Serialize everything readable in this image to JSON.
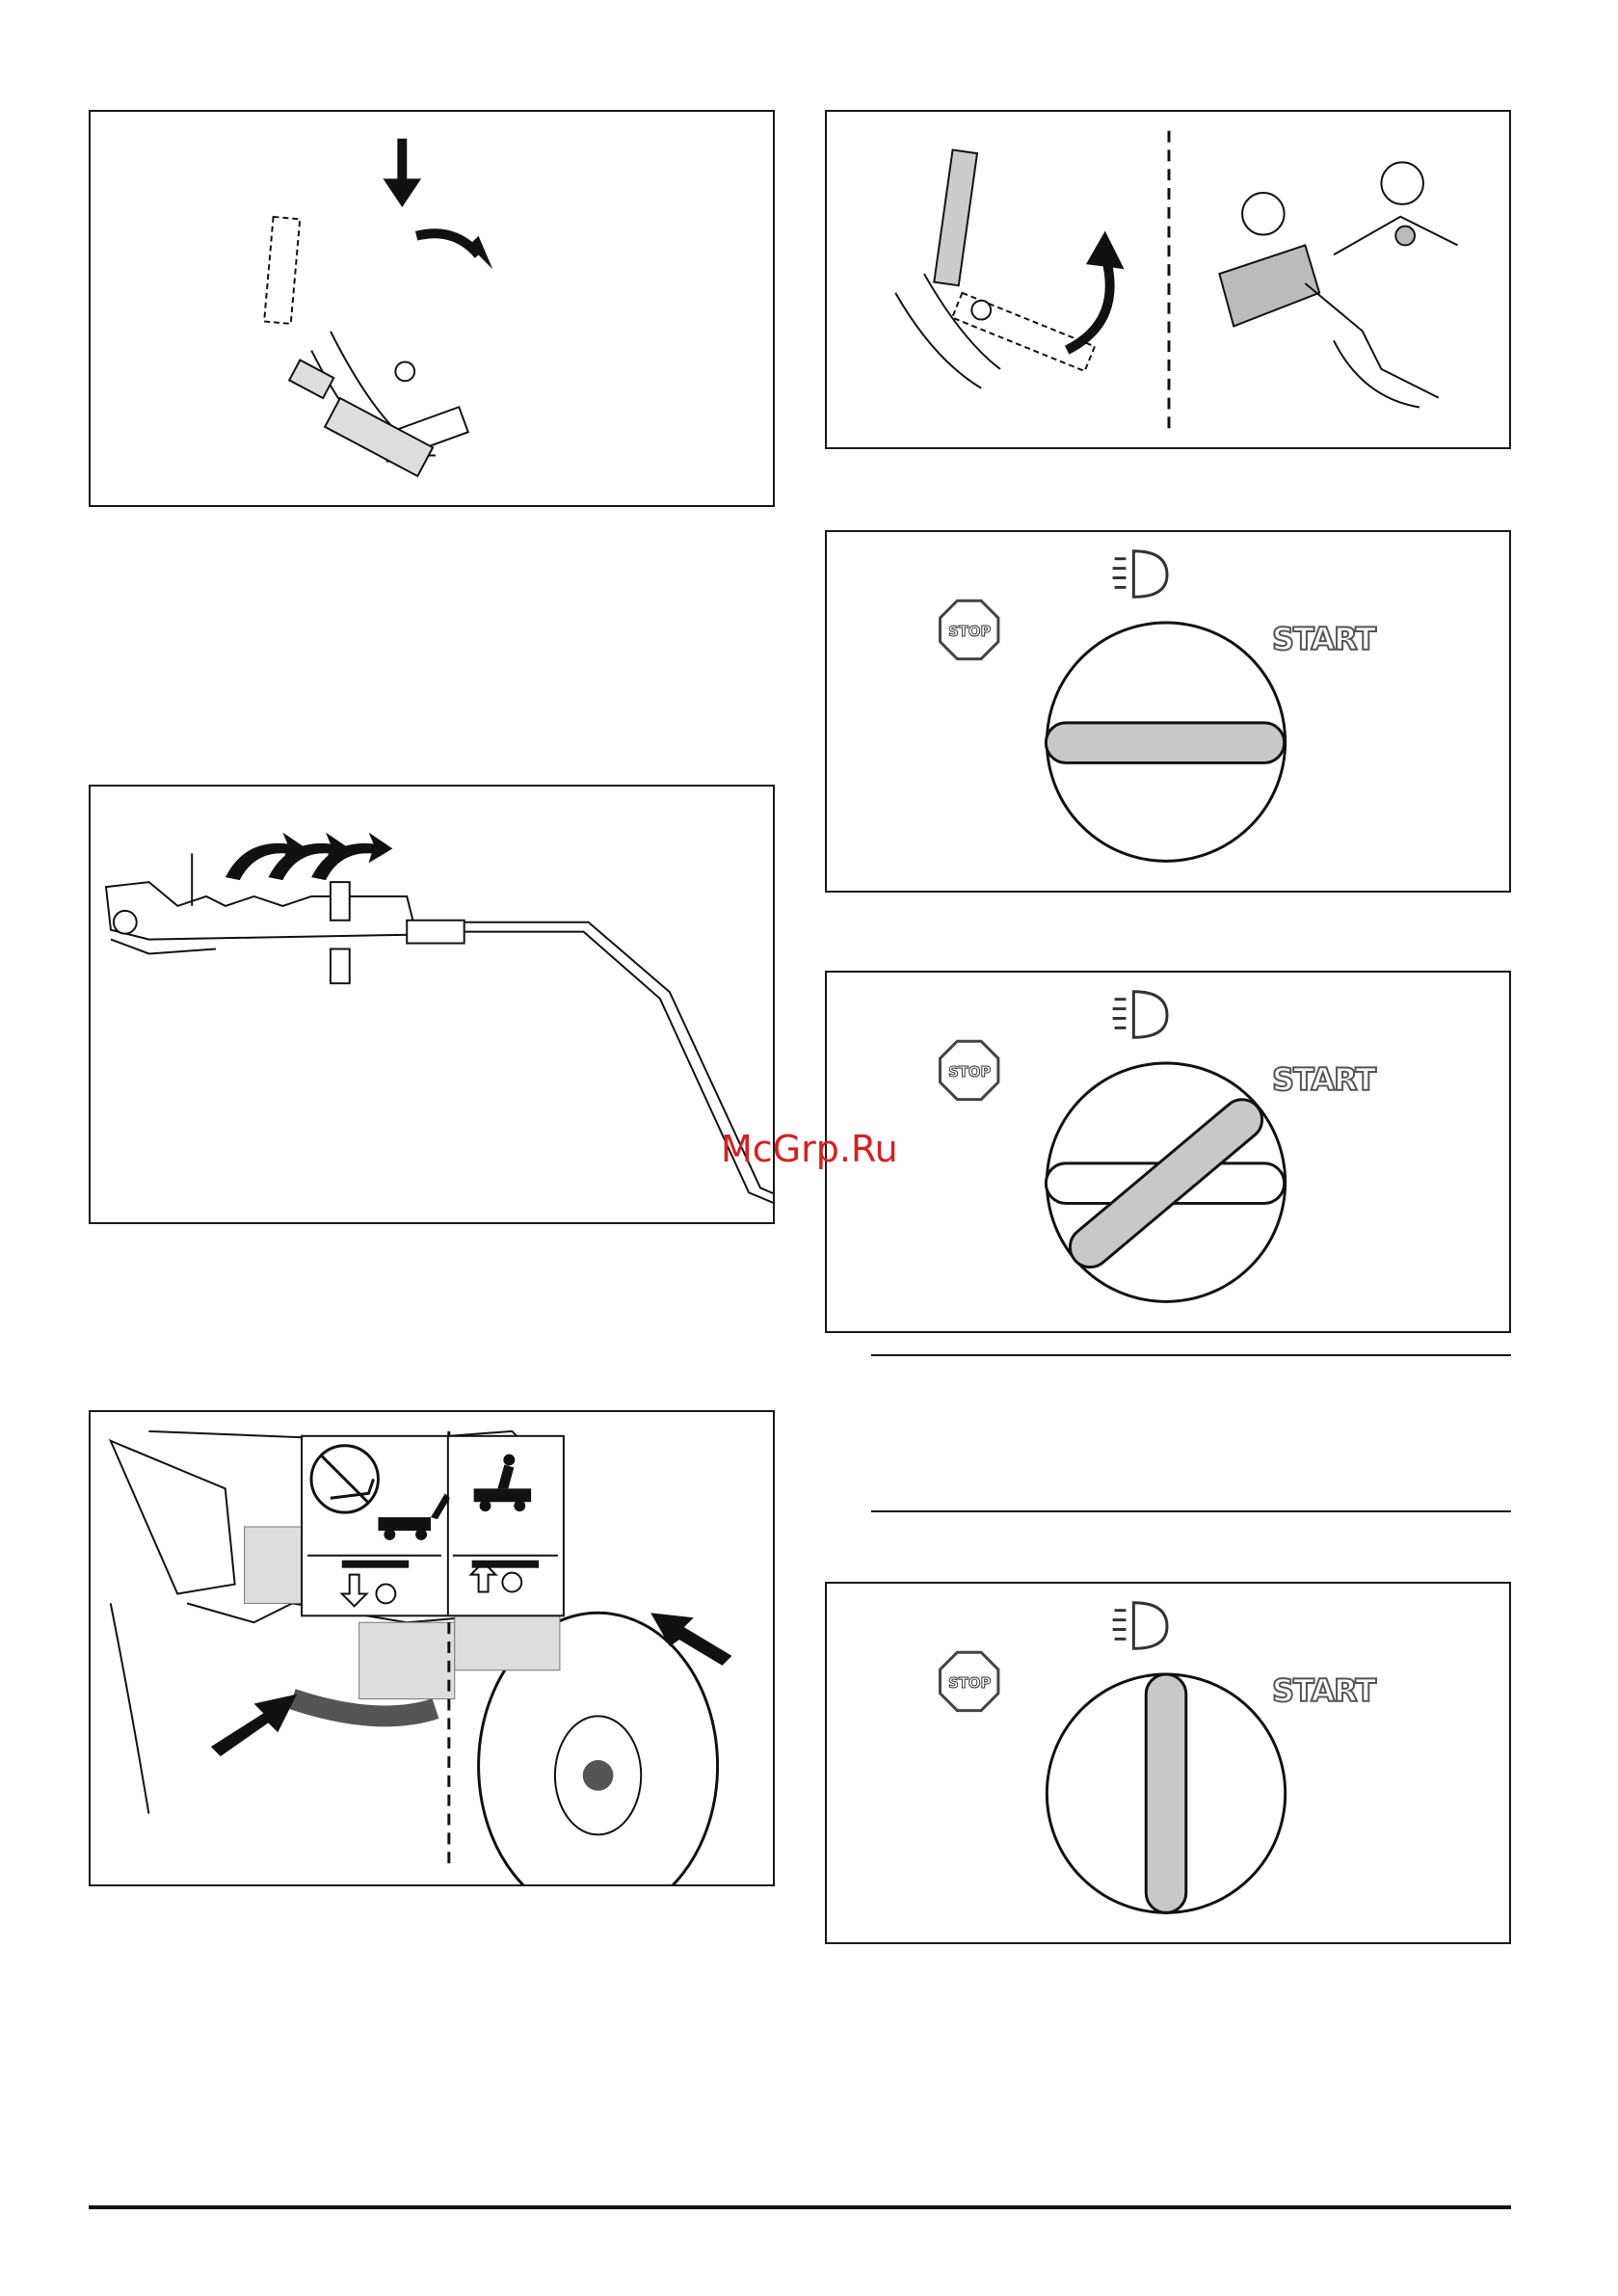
{
  "watermark": {
    "text": "McGrp.Ru",
    "color": "#d62020"
  },
  "ignition": {
    "start_label": "START",
    "stop_label": "STOP",
    "key_fill": "#c8c8c8",
    "positions": [
      "off",
      "lights",
      "start"
    ]
  },
  "figures": [
    {
      "id": "parking-brake-lever-push"
    },
    {
      "id": "parking-brake-release-and-pedals"
    },
    {
      "id": "ignition-off"
    },
    {
      "id": "cutting-height-lever"
    },
    {
      "id": "ignition-lights"
    },
    {
      "id": "transport-lock-decal"
    },
    {
      "id": "ignition-start"
    }
  ]
}
